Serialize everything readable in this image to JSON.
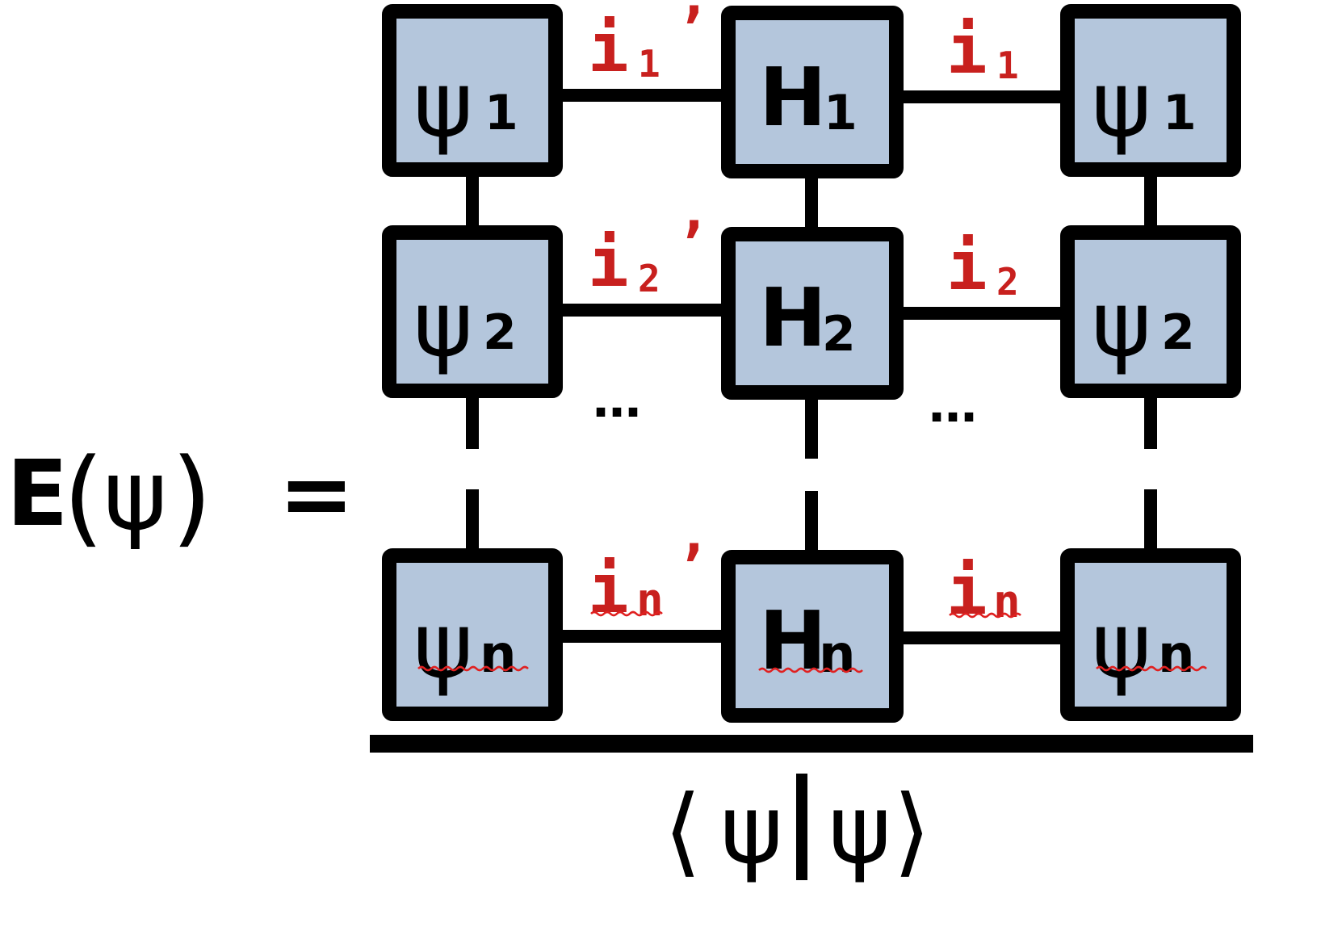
{
  "equation": {
    "lhs": "E(ψ)",
    "lhs_E": "E",
    "lhs_open_paren": "(",
    "lhs_psi": "ψ",
    "lhs_close_paren": ")",
    "equals": "=",
    "denominator": "⟨ψ|ψ⟩",
    "den_open": "⟨",
    "den_psi_left": "ψ",
    "den_bar": "|",
    "den_psi_right": "ψ",
    "den_close": "⟩"
  },
  "network": {
    "psi_symbol": "ψ",
    "h_symbol": "H",
    "rows": [
      {
        "sub": "1",
        "left_index": "i",
        "left_sub": "1",
        "left_prime": "’",
        "right_index": "i",
        "right_sub": "1"
      },
      {
        "sub": "2",
        "left_index": "i",
        "left_sub": "2",
        "left_prime": "’",
        "right_index": "i",
        "right_sub": "2"
      },
      {
        "sub": "n",
        "left_index": "i",
        "left_sub": "n",
        "left_prime": "’",
        "right_index": "i",
        "right_sub": "n"
      }
    ],
    "ellipsis": "…"
  },
  "colors": {
    "box_fill": "#b4c6dc",
    "index_color": "#c8201e",
    "ink": "#000000"
  }
}
